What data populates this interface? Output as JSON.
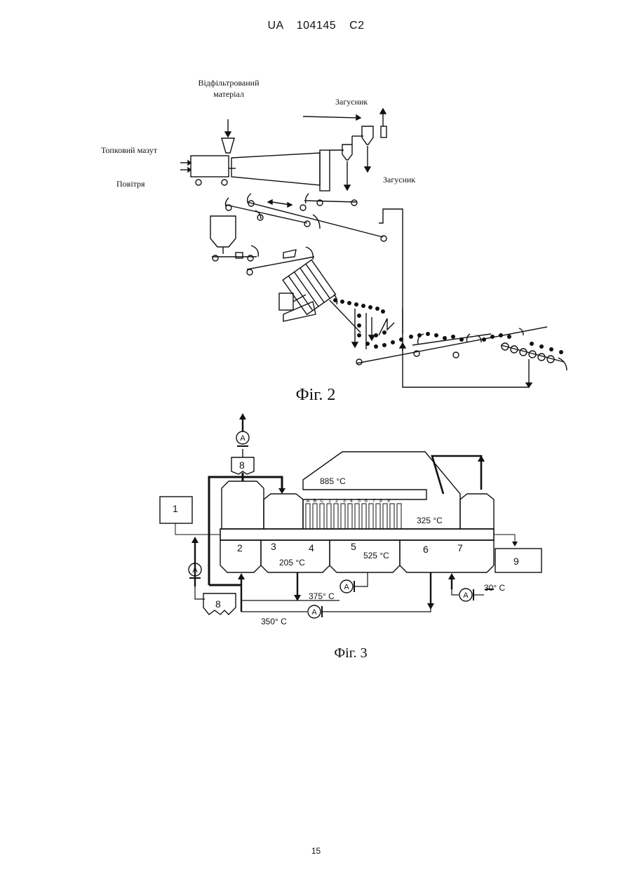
{
  "header": {
    "doc_number": "UA   104145   C2"
  },
  "figure2": {
    "caption": "Фіг. 2",
    "labels": {
      "filtered_material_line1": "Відфільтрований",
      "filtered_material_line2": "матеріал",
      "fuel_oil": "Топковий мазут",
      "air": "Повітря",
      "thickener_top": "Загусник",
      "thickener_right": "Загусник"
    }
  },
  "figure3": {
    "caption": "Фіг. 3",
    "temps": {
      "t885": "885 °C",
      "t325": "325 °C",
      "t205": "205 °C",
      "t525": "525 °C",
      "t375": "375° C",
      "t350": "350° C",
      "t30": "30° C"
    },
    "zones": [
      "1",
      "2",
      "3",
      "4",
      "5",
      "6",
      "7",
      "8",
      "8",
      "9"
    ],
    "pump_label": "A",
    "burner_labels": [
      "A",
      "B",
      "C",
      "1",
      "2",
      "3",
      "4",
      "5",
      "6",
      "7",
      "8",
      "9"
    ]
  },
  "footer": {
    "page_number": "15"
  }
}
